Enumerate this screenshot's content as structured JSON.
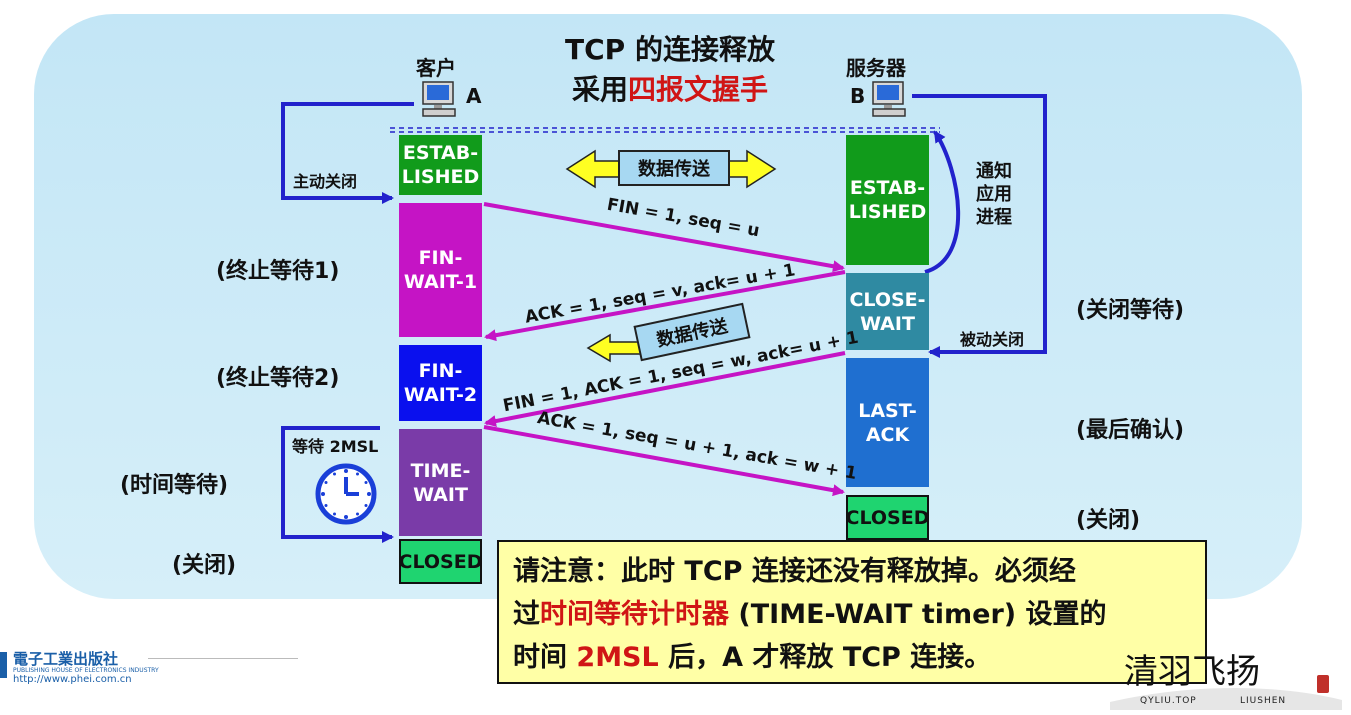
{
  "title": {
    "line1": "TCP 的连接释放",
    "line2_prefix": "采用",
    "line2_highlight": "四报文握手"
  },
  "client": {
    "name": "客户",
    "letter": "A"
  },
  "server": {
    "name": "服务器",
    "letter": "B"
  },
  "client_states": {
    "established": "ESTAB-\nLISHED",
    "fin_wait_1": "FIN-\nWAIT-1",
    "fin_wait_2": "FIN-\nWAIT-2",
    "time_wait": "TIME-\nWAIT",
    "closed": "CLOSED"
  },
  "server_states": {
    "established": "ESTAB-\nLISHED",
    "close_wait": "CLOSE-\nWAIT",
    "last_ack": "LAST-\nACK",
    "closed": "CLOSED"
  },
  "left_labels": {
    "fin_wait_1": "(终止等待1)",
    "fin_wait_2": "(终止等待2)",
    "time_wait": "(时间等待)",
    "closed": "(关闭)"
  },
  "right_labels": {
    "close_wait": "(关闭等待)",
    "last_ack": "(最后确认)",
    "closed": "(关闭)"
  },
  "annotations": {
    "active_close": "主动关闭",
    "passive_close": "被动关闭",
    "notify_app": "通知\n应用\n进程",
    "wait_2msl": "等待 2MSL",
    "data_transfer": "数据传送"
  },
  "messages": {
    "fin1": "FIN = 1, seq = u",
    "ack1": "ACK = 1, seq = v, ack= u + 1",
    "fin2": "FIN = 1, ACK = 1, seq = w, ack= u + 1",
    "ack2": "ACK = 1, seq = u + 1, ack = w + 1"
  },
  "note": {
    "part1": "请注意：此时 TCP 连接还没有释放掉。必须经",
    "part2_prefix": "过",
    "part2_highlight": "时间等待计时器",
    "part2_suffix": " (TIME-WAIT timer) 设置的",
    "part3_prefix": "时间 ",
    "part3_highlight": "2MSL",
    "part3_suffix": " 后，A 才释放 TCP 连接。"
  },
  "publisher": {
    "name": "電子工業出版社",
    "subtitle": "PUBLISHING HOUSE OF ELECTRONICS INDUSTRY",
    "url": "http://www.phei.com.cn"
  },
  "watermark": {
    "calligraphy": "清羽飞扬",
    "site": "QYLIU.TOP",
    "author": "LIUSHEN"
  },
  "colors": {
    "established": "#119b1b",
    "fin_wait_1": "#c514c5",
    "fin_wait_2": "#0a10ee",
    "time_wait": "#7a3ba8",
    "close_wait": "#2f8aa2",
    "last_ack": "#1f6fd0",
    "closed": "#1fd470",
    "arrow_msg": "#c514c5",
    "arrow_flow": "#2222cc"
  }
}
